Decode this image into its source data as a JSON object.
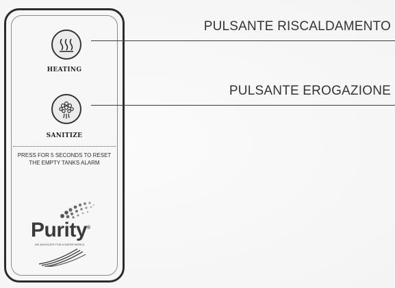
{
  "panel": {
    "heating_button": {
      "icon": "heat-waves-icon",
      "label": "HEATING"
    },
    "sanitize_button": {
      "icon": "shower-spray-icon",
      "label": "SANITIZE"
    },
    "reset_note": {
      "line1": "PRESS FOR 5 SECONDS TO RESET",
      "line2": "THE EMPTY TANKS ALARM"
    },
    "logo": {
      "brand": "Purity",
      "tagline": "WE ADVOCATE FOR A SAFER WORLD",
      "registered": "®"
    }
  },
  "callouts": {
    "heating": "PULSANTE RISCALDAMENTO",
    "dispensing": "PULSANTE EROGAZIONE"
  },
  "colors": {
    "panel_border": "#2b2b2b",
    "text": "#333333"
  }
}
